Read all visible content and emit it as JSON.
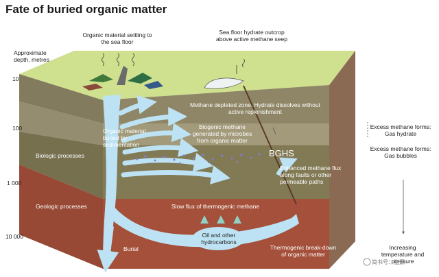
{
  "title": "Fate of buried organic matter",
  "labels": {
    "approx_depth": "Approximate depth, metres",
    "organic_settling": "Organic material settling to the sea floor",
    "hydrate_outcrop": "Sea floor hydrate outcrop above active methane seep",
    "methane_depleted": "Methane depleted zone. Hydrate dissolves without active replenishment",
    "organic_buried": "Organic material buried by sedimentation",
    "biogenic_methane": "Biogenic methane generated by microbes from organic matter",
    "bghs": "BGHS",
    "enhanced_flux": "Enhanced methane flux along faults or other permeable paths",
    "biologic_processes": "Biologic processes",
    "geologic_processes": "Geologic processes",
    "slow_flux": "Slow flux of thermogenic methane",
    "oil_hydrocarbons": "Oil and other hydrocarbons",
    "burial": "Burial",
    "thermogenic_breakdown": "Thermogenic break-down of organic matter",
    "excess_hydrate": "Excess methane forms: Gas hydrate",
    "excess_bubbles": "Excess methane forms: Gas bubbles",
    "increasing": "Increasing temperature and pressure"
  },
  "depth_ticks": [
    "10",
    "100",
    "1 000",
    "10 000"
  ],
  "watermark": "简书号：能源",
  "colors": {
    "top_surface": "#cfe08f",
    "upper_sediment": "#8e8666",
    "middle_sediment": "#817a55",
    "deep_sediment": "#a4503a",
    "flow": "#bde2f3",
    "bubbles": "#7f7fd0"
  }
}
